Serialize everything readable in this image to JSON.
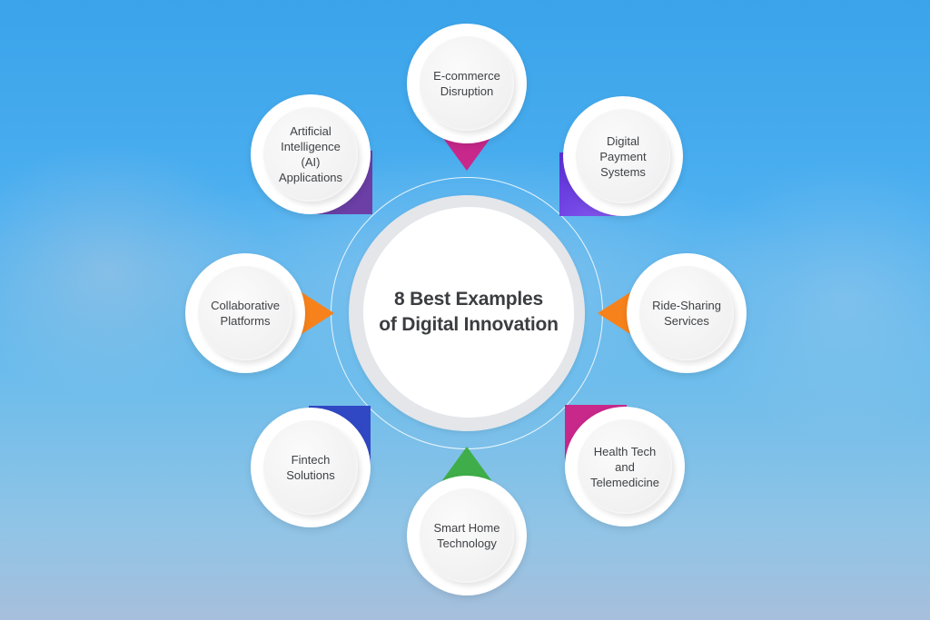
{
  "title": "8 Best Examples of Digital Innovation",
  "title_lines": [
    "8 Best Examples",
    "of Digital Innovation"
  ],
  "colors": {
    "magenta": "#c8288a",
    "purple": "#6b3fa6",
    "violet": "#6a35e0",
    "orange": "#f7821b",
    "blue": "#3148c4",
    "green": "#3fae4a",
    "text": "#3f4144"
  },
  "nodes": [
    {
      "id": "ecommerce",
      "label": "E-commerce\nDisruption",
      "pointer_color": "#c8288a",
      "pointer_dir": "down"
    },
    {
      "id": "digital-payment",
      "label": "Digital\nPayment\nSystems",
      "pointer_color": "#6a35e0",
      "pointer_dir": "bottom-left"
    },
    {
      "id": "ride-sharing",
      "label": "Ride-Sharing\nServices",
      "pointer_color": "#f7821b",
      "pointer_dir": "left"
    },
    {
      "id": "health-tech",
      "label": "Health Tech\nand\nTelemedicine",
      "pointer_color": "#c8288a",
      "pointer_dir": "top-left"
    },
    {
      "id": "smart-home",
      "label": "Smart Home\nTechnology",
      "pointer_color": "#3fae4a",
      "pointer_dir": "up"
    },
    {
      "id": "fintech",
      "label": "Fintech\nSolutions",
      "pointer_color": "#3148c4",
      "pointer_dir": "top-right"
    },
    {
      "id": "collaborative",
      "label": "Collaborative\nPlatforms",
      "pointer_color": "#f7821b",
      "pointer_dir": "right"
    },
    {
      "id": "ai",
      "label": "Artificial\nIntelligence\n(AI)\nApplications",
      "pointer_color": "#6b3fa6",
      "pointer_dir": "bottom-right"
    }
  ]
}
